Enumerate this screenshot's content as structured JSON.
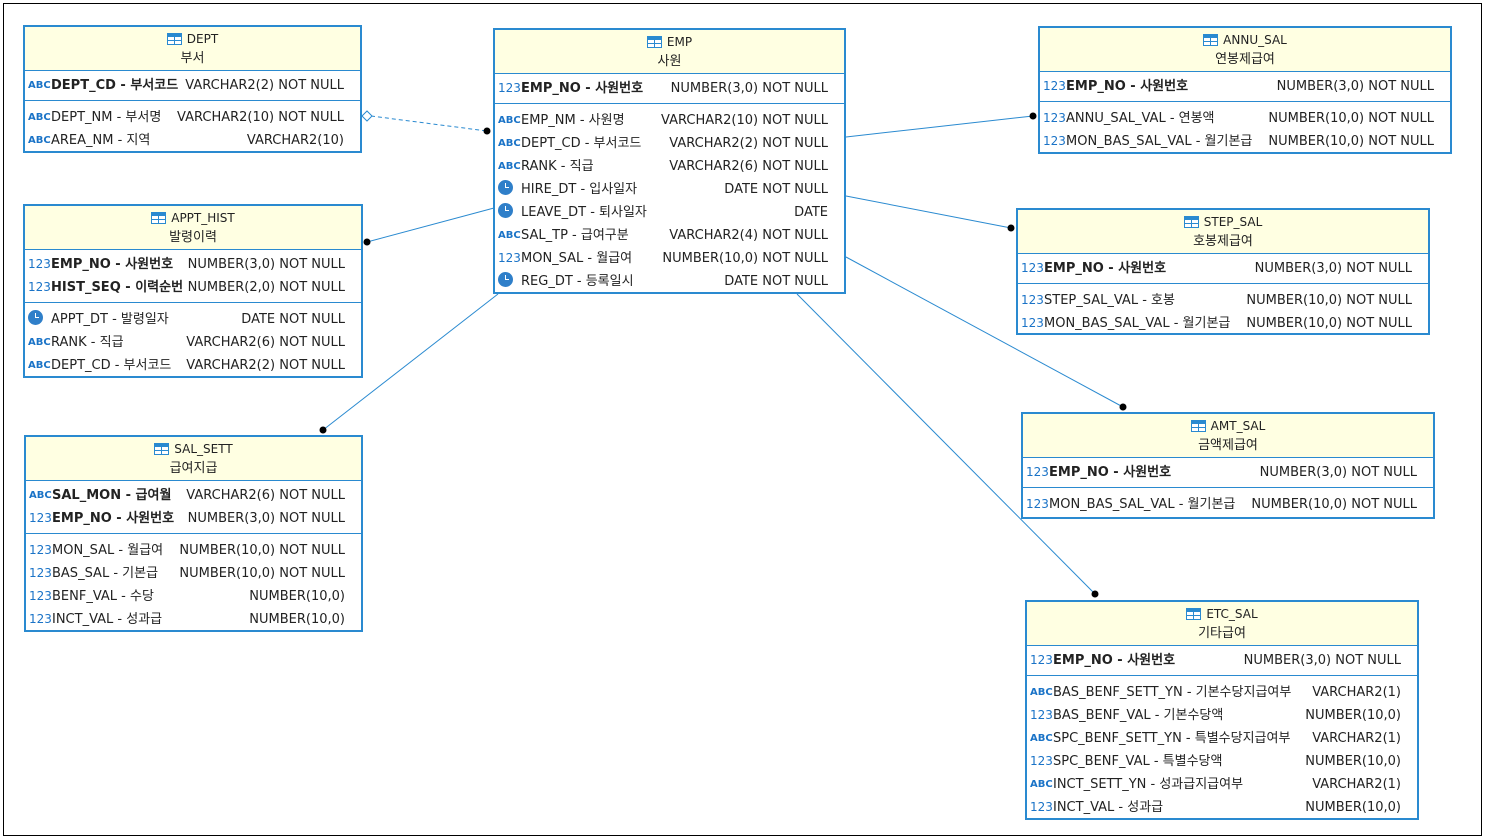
{
  "tables": {
    "dept": {
      "name": "DEPT",
      "comment": "부서",
      "pk": [
        {
          "icon": "abc",
          "name": "DEPT_CD - 부서코드",
          "type": "VARCHAR2(2)  NOT NULL"
        }
      ],
      "cols": [
        {
          "icon": "abc",
          "name": "DEPT_NM - 부서명",
          "type": "VARCHAR2(10)  NOT NULL"
        },
        {
          "icon": "abc",
          "name": "AREA_NM - 지역",
          "type": "VARCHAR2(10)"
        }
      ]
    },
    "emp": {
      "name": "EMP",
      "comment": "사원",
      "pk": [
        {
          "icon": "123",
          "name": "EMP_NO - 사원번호",
          "type": "NUMBER(3,0)  NOT NULL"
        }
      ],
      "cols": [
        {
          "icon": "abc",
          "name": "EMP_NM - 사원명",
          "type": "VARCHAR2(10)  NOT NULL"
        },
        {
          "icon": "abc",
          "name": "DEPT_CD - 부서코드",
          "type": "VARCHAR2(2)  NOT NULL"
        },
        {
          "icon": "abc",
          "name": "RANK - 직급",
          "type": "VARCHAR2(6)  NOT NULL"
        },
        {
          "icon": "clock",
          "name": "HIRE_DT - 입사일자",
          "type": "DATE  NOT NULL"
        },
        {
          "icon": "clock",
          "name": "LEAVE_DT - 퇴사일자",
          "type": "DATE"
        },
        {
          "icon": "abc",
          "name": "SAL_TP - 급여구분",
          "type": "VARCHAR2(4)  NOT NULL"
        },
        {
          "icon": "123",
          "name": "MON_SAL - 월급여",
          "type": "NUMBER(10,0)  NOT NULL"
        },
        {
          "icon": "clock",
          "name": "REG_DT - 등록일시",
          "type": "DATE  NOT NULL"
        }
      ]
    },
    "annu": {
      "name": "ANNU_SAL",
      "comment": "연봉제급여",
      "pk": [
        {
          "icon": "123",
          "name": "EMP_NO - 사원번호",
          "type": "NUMBER(3,0)  NOT NULL"
        }
      ],
      "cols": [
        {
          "icon": "123",
          "name": "ANNU_SAL_VAL - 연봉액",
          "type": "NUMBER(10,0)  NOT NULL"
        },
        {
          "icon": "123",
          "name": "MON_BAS_SAL_VAL - 월기본급",
          "type": "NUMBER(10,0)  NOT NULL"
        }
      ]
    },
    "appt": {
      "name": "APPT_HIST",
      "comment": "발령이력",
      "pk": [
        {
          "icon": "123",
          "name": "EMP_NO - 사원번호",
          "type": "NUMBER(3,0)  NOT NULL"
        },
        {
          "icon": "123",
          "name": "HIST_SEQ - 이력순번",
          "type": "NUMBER(2,0)  NOT NULL"
        }
      ],
      "cols": [
        {
          "icon": "clock",
          "name": "APPT_DT - 발령일자",
          "type": "DATE  NOT NULL"
        },
        {
          "icon": "abc",
          "name": "RANK - 직급",
          "type": "VARCHAR2(6)  NOT NULL"
        },
        {
          "icon": "abc",
          "name": "DEPT_CD - 부서코드",
          "type": "VARCHAR2(2)  NOT NULL"
        }
      ]
    },
    "step": {
      "name": "STEP_SAL",
      "comment": "호봉제급여",
      "pk": [
        {
          "icon": "123",
          "name": "EMP_NO - 사원번호",
          "type": "NUMBER(3,0)  NOT NULL"
        }
      ],
      "cols": [
        {
          "icon": "123",
          "name": "STEP_SAL_VAL - 호봉",
          "type": "NUMBER(10,0)  NOT NULL"
        },
        {
          "icon": "123",
          "name": "MON_BAS_SAL_VAL - 월기본급",
          "type": "NUMBER(10,0)  NOT NULL"
        }
      ]
    },
    "sett": {
      "name": "SAL_SETT",
      "comment": "급여지급",
      "pk": [
        {
          "icon": "abc",
          "name": "SAL_MON - 급여월",
          "type": "VARCHAR2(6)  NOT NULL"
        },
        {
          "icon": "123",
          "name": "EMP_NO - 사원번호",
          "type": "NUMBER(3,0)  NOT NULL"
        }
      ],
      "cols": [
        {
          "icon": "123",
          "name": "MON_SAL - 월급여",
          "type": "NUMBER(10,0)  NOT NULL"
        },
        {
          "icon": "123",
          "name": "BAS_SAL - 기본급",
          "type": "NUMBER(10,0)  NOT NULL"
        },
        {
          "icon": "123",
          "name": "BENF_VAL - 수당",
          "type": "NUMBER(10,0)"
        },
        {
          "icon": "123",
          "name": "INCT_VAL - 성과급",
          "type": "NUMBER(10,0)"
        }
      ]
    },
    "amt": {
      "name": "AMT_SAL",
      "comment": "금액제급여",
      "pk": [
        {
          "icon": "123",
          "name": "EMP_NO - 사원번호",
          "type": "NUMBER(3,0)  NOT NULL"
        }
      ],
      "cols": [
        {
          "icon": "123",
          "name": "MON_BAS_SAL_VAL - 월기본급",
          "type": "NUMBER(10,0)  NOT NULL"
        }
      ]
    },
    "etc": {
      "name": "ETC_SAL",
      "comment": "기타급여",
      "pk": [
        {
          "icon": "123",
          "name": "EMP_NO - 사원번호",
          "type": "NUMBER(3,0)  NOT NULL"
        }
      ],
      "cols": [
        {
          "icon": "abc",
          "name": "BAS_BENF_SETT_YN - 기본수당지급여부",
          "type": "VARCHAR2(1)"
        },
        {
          "icon": "123",
          "name": "BAS_BENF_VAL - 기본수당액",
          "type": "NUMBER(10,0)"
        },
        {
          "icon": "abc",
          "name": "SPC_BENF_SETT_YN - 특별수당지급여부",
          "type": "VARCHAR2(1)"
        },
        {
          "icon": "123",
          "name": "SPC_BENF_VAL - 특별수당액",
          "type": "NUMBER(10,0)"
        },
        {
          "icon": "abc",
          "name": "INCT_SETT_YN - 성과급지급여부",
          "type": "VARCHAR2(1)"
        },
        {
          "icon": "123",
          "name": "INCT_VAL - 성과급",
          "type": "NUMBER(10,0)"
        }
      ]
    }
  },
  "relations": [
    {
      "from": "dept",
      "to": "emp",
      "style": "dashed"
    },
    {
      "from": "emp",
      "to": "annu",
      "style": "solid"
    },
    {
      "from": "emp",
      "to": "appt",
      "style": "solid"
    },
    {
      "from": "emp",
      "to": "step",
      "style": "solid"
    },
    {
      "from": "emp",
      "to": "sett",
      "style": "solid"
    },
    {
      "from": "emp",
      "to": "amt",
      "style": "solid"
    },
    {
      "from": "emp",
      "to": "etc",
      "style": "solid"
    }
  ],
  "colors": {
    "border": "#2a8ad0",
    "header_bg": "#ffffe2",
    "link": "#2a8ad0",
    "icon": "#1a73c7"
  },
  "icons": {
    "abc": "string-type-icon",
    "123": "number-type-icon",
    "clock": "date-type-icon",
    "table": "table-icon"
  }
}
